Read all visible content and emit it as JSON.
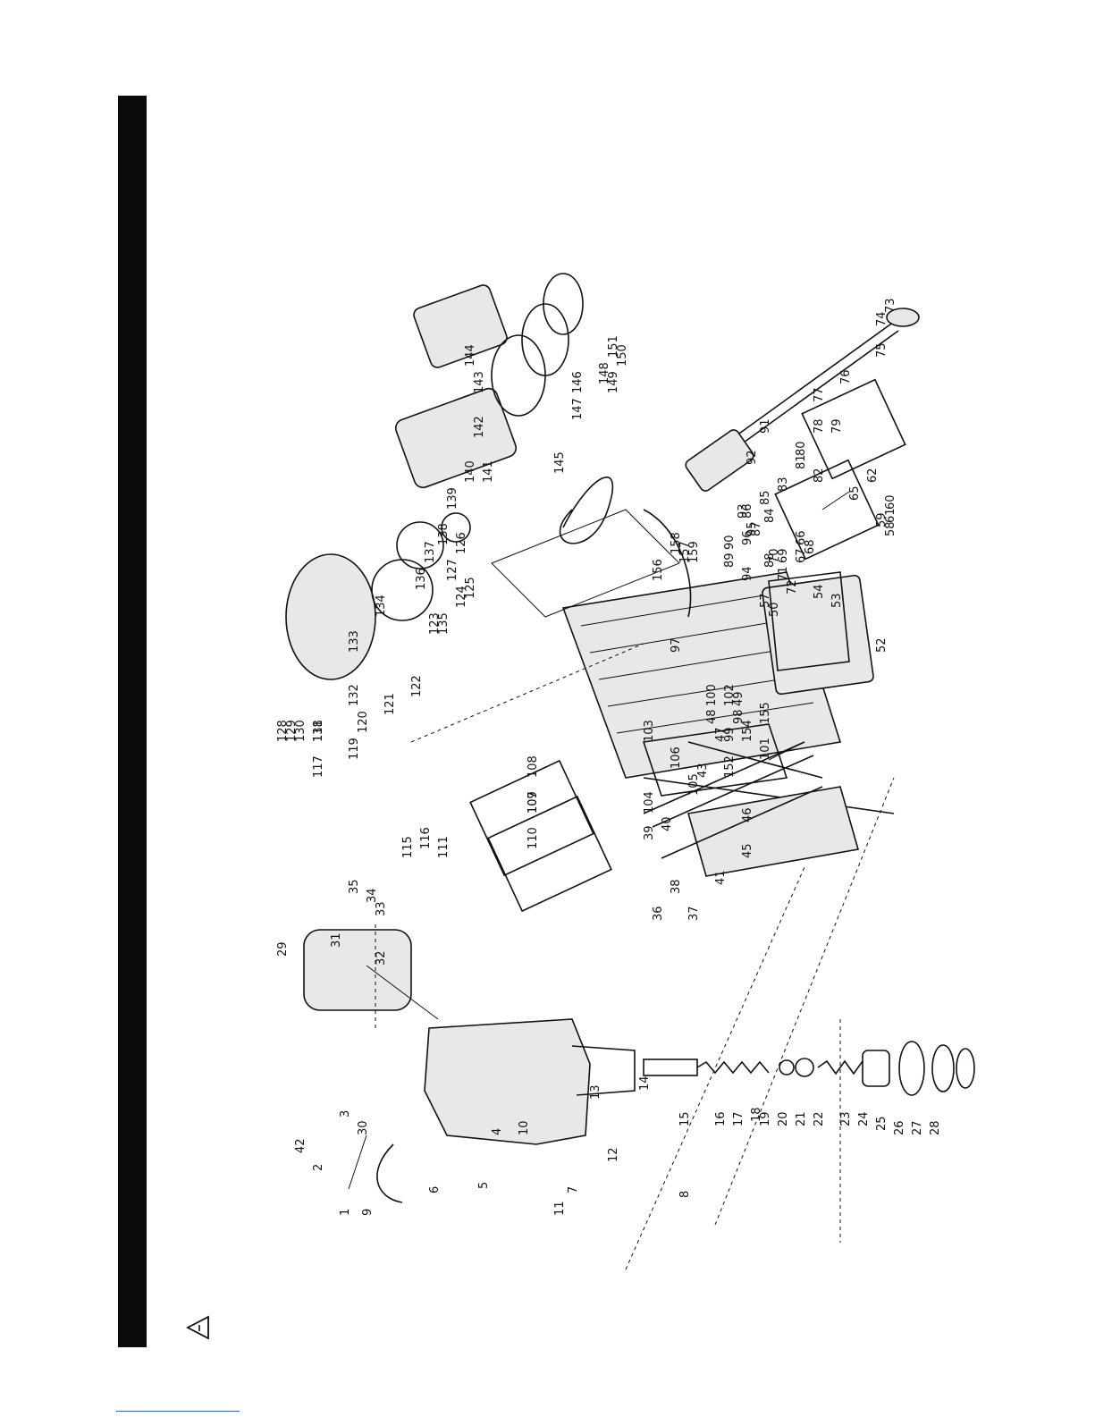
{
  "diagram": {
    "part_numbers": [
      "1",
      "2",
      "3",
      "4",
      "5",
      "6",
      "7",
      "8",
      "9",
      "10",
      "11",
      "12",
      "13",
      "14",
      "15",
      "16",
      "17",
      "18",
      "19",
      "20",
      "21",
      "22",
      "23",
      "24",
      "25",
      "26",
      "27",
      "28",
      "29",
      "30",
      "31",
      "32",
      "33",
      "34",
      "35",
      "36",
      "37",
      "38",
      "39",
      "40",
      "41",
      "42",
      "43",
      "45",
      "46",
      "47",
      "48",
      "49",
      "50",
      "52",
      "53",
      "54",
      "57",
      "58",
      "59",
      "60",
      "61",
      "62",
      "65",
      "66",
      "67",
      "68",
      "69",
      "70",
      "71",
      "72",
      "73",
      "74",
      "75",
      "76",
      "77",
      "78",
      "79",
      "80",
      "81",
      "82",
      "83",
      "84",
      "85",
      "86",
      "87",
      "88",
      "89",
      "90",
      "91",
      "92",
      "93",
      "94",
      "95",
      "96",
      "97",
      "98",
      "99",
      "100",
      "101",
      "102",
      "103",
      "104",
      "105",
      "106",
      "107",
      "108",
      "109",
      "110",
      "111",
      "115",
      "116",
      "117",
      "118",
      "119",
      "120",
      "121",
      "122",
      "123",
      "124",
      "125",
      "126",
      "127",
      "128",
      "129",
      "130",
      "131",
      "132",
      "133",
      "134",
      "135",
      "136",
      "137",
      "138",
      "139",
      "140",
      "141",
      "142",
      "143",
      "144",
      "145",
      "146",
      "147",
      "148",
      "149",
      "150",
      "151",
      "152",
      "154",
      "155",
      "156",
      "157",
      "158",
      "159"
    ]
  }
}
